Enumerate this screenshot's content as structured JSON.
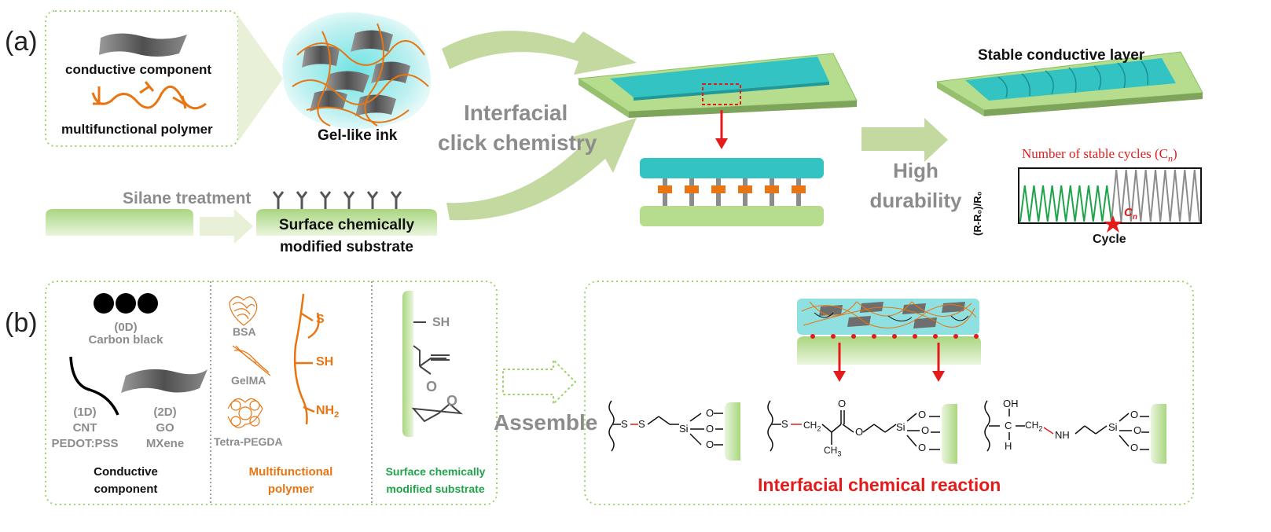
{
  "panel_a": {
    "label": "(a)",
    "legend": {
      "conductive_component": "conductive component",
      "multifunctional_polymer": "multifunctional polymer"
    },
    "gel_ink": "Gel-like ink",
    "silane_treatment": "Silane treatment",
    "modified_substrate_line1": "Surface chemically",
    "modified_substrate_line2": "modified substrate",
    "click_line1": "Interfacial",
    "click_line2": "click chemistry",
    "durability_line1": "High",
    "durability_line2": "durability",
    "stable_layer": "Stable conductive layer",
    "cycles_title": "Number of stable cycles (C",
    "cycles_sub": "n",
    "cycles_close": ")",
    "y_axis_label": "(R-R₀)/R₀",
    "x_axis_label": "Cycle",
    "cn_label": "C",
    "cn_sub": "n"
  },
  "panel_b": {
    "label": "(b)",
    "carbon_black_dim": "(0D)",
    "carbon_black": "Carbon black",
    "one_d": "(1D)",
    "cnt": "CNT",
    "pedot": "PEDOT:PSS",
    "two_d": "(2D)",
    "go": "GO",
    "mxene": "MXene",
    "conductive_line1": "Conductive",
    "conductive_line2": "component",
    "bsa": "BSA",
    "gelma": "GelMA",
    "tetra_pegda": "Tetra-PEGDA",
    "group_s": "S",
    "group_sh": "SH",
    "group_nh2": "NH",
    "group_nh2_sub": "2",
    "multi_line1": "Multifunctional",
    "multi_line2": "polymer",
    "substrate_sh": "SH",
    "substrate_o": "O",
    "substrate_epoxy_o": "O",
    "surface_line1": "Surface chemically",
    "surface_line2": "modified substrate",
    "assemble": "Assemble",
    "reaction": "Interfacial chemical reaction",
    "chem": {
      "s1": "S",
      "s2": "S",
      "si1": "Si",
      "o1a": "O",
      "o1b": "O",
      "o1c": "O",
      "s3": "S",
      "ch2a": "CH",
      "ch2a_sub": "2",
      "carbonyl_o": "O",
      "ester_o": "O",
      "ch3": "CH",
      "ch3_sub": "3",
      "si2": "Si",
      "o2a": "O",
      "o2b": "O",
      "o2c": "O",
      "oh": "OH",
      "c": "C",
      "h": "H",
      "ch2b": "CH",
      "ch2b_sub": "2",
      "nh": "NH",
      "si3": "Si",
      "o3a": "O",
      "o3b": "O",
      "o3c": "O"
    }
  },
  "colors": {
    "arrow_green": "#c3d9a0",
    "arrow_light": "#e8f0d8",
    "substrate_green": "#b6dc8e",
    "layer_teal": "#33c3c3",
    "orange": "#e87511",
    "gray_sheet": "#6e6e6e",
    "red": "#e31b1b",
    "dotted_green": "#9fd46a"
  }
}
